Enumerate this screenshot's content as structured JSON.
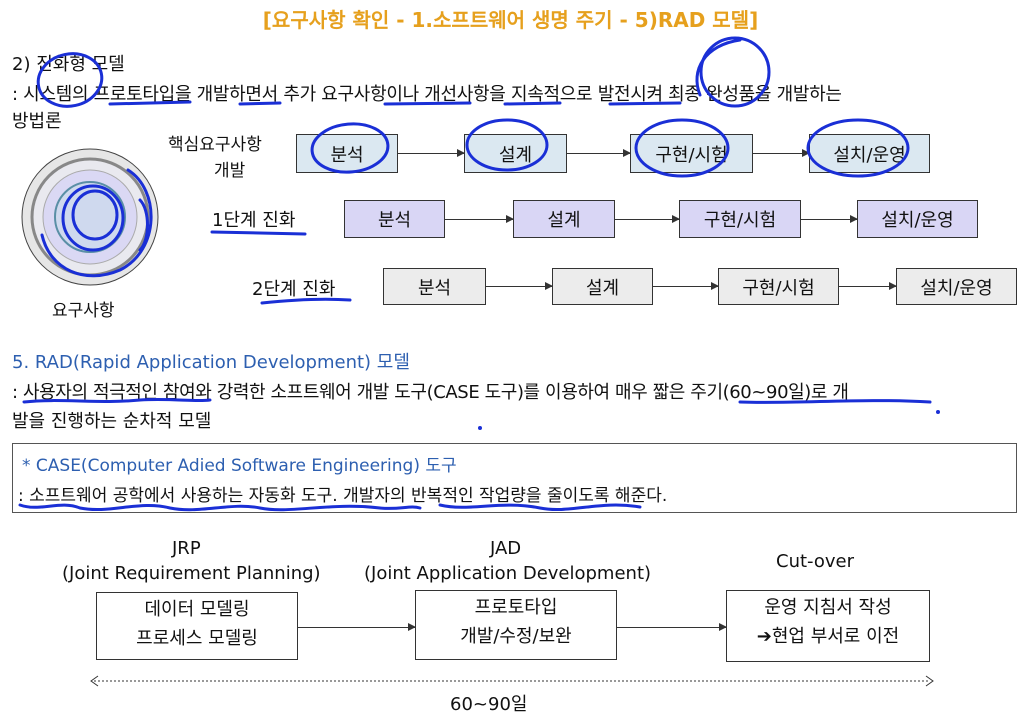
{
  "title": "[요구사항 확인 - 1.소프트웨어 생명 주기 - 5)RAD 모델]",
  "evolution": {
    "heading": "2) 진화형 모델",
    "desc_line1": ": 시스템의 프로토타입을 개발하면서 추가 요구사항이나 개선사항을 지속적으로 발전시켜 최종 완성품을 개발하는",
    "desc_line2": "방법론",
    "core_label_1": "핵심요구사항",
    "core_label_2": "개발",
    "requirements_label": "요구사항",
    "stage1_label": "1단계 진화",
    "stage2_label": "2단계 진화",
    "steps": [
      "분석",
      "설계",
      "구현/시험",
      "설치/운영"
    ]
  },
  "rad": {
    "heading": "5. RAD(Rapid Application Development) 모델",
    "desc_line1": ": 사용자의 적극적인 참여와 강력한 소프트웨어 개발 도구(CASE 도구)를 이용하여 매우 짧은 주기(60~90일)로 개",
    "desc_line2": "발을 진행하는 순차적 모델"
  },
  "case": {
    "heading": "* CASE(Computer Adied Software Engineering) 도구",
    "desc": ": 소프트웨어 공학에서 사용하는 자동화 도구. 개발자의 반복적인 작업량을 줄이도록 해준다."
  },
  "phases": [
    {
      "name": "JRP",
      "full": "(Joint Requirement Planning)",
      "line1": "데이터 모델링",
      "line2": "프로세스 모델링"
    },
    {
      "name": "JAD",
      "full": "(Joint Application Development)",
      "line1": "프로토타입",
      "line2": "개발/수정/보완"
    },
    {
      "name": "Cut-over",
      "full": "",
      "line1": "운영 지침서 작성",
      "line2": "➔현업 부서로 이전"
    }
  ],
  "duration": "60~90일",
  "colors": {
    "title": "#e6a01d",
    "accent": "#2d5fb0",
    "ink": "#1a2fd6"
  }
}
